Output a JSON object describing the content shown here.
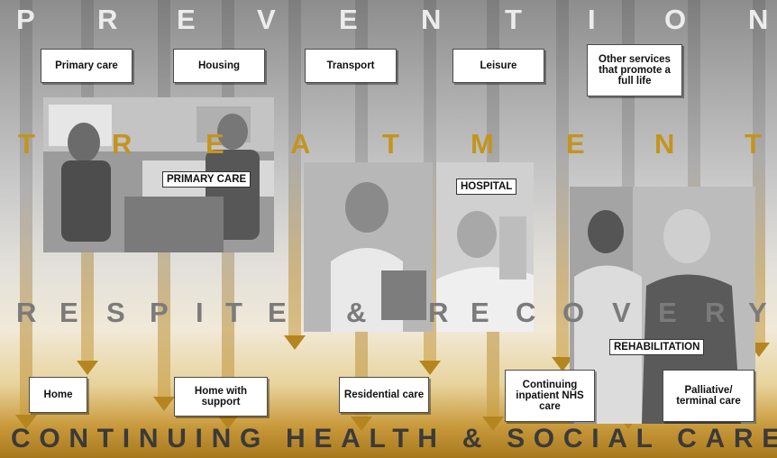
{
  "bands": {
    "prevention": [
      "P",
      "R",
      "E",
      "V",
      "E",
      "N",
      "T",
      "I",
      "O",
      "N"
    ],
    "treatment": [
      "T",
      "R",
      "E",
      "A",
      "T",
      "M",
      "E",
      "N",
      "T"
    ],
    "respite": [
      "R",
      "E",
      "S",
      "P",
      "I",
      "T",
      "E",
      "&",
      "R",
      "E",
      "C",
      "O",
      "V",
      "E",
      "R",
      "Y"
    ],
    "continuing": "CONTINUING HEALTH & SOCIAL CARE"
  },
  "top_services": {
    "primary_care": "Primary care",
    "housing": "Housing",
    "transport": "Transport",
    "leisure": "Leisure",
    "other": "Other services that promote a full life"
  },
  "setting_tags": {
    "primary_care": "PRIMARY CARE",
    "hospital": "HOSPITAL",
    "rehabilitation": "REHABILITATION"
  },
  "destinations": {
    "home": "Home",
    "home_with_support": "Home with support",
    "residential_care": "Residential care",
    "continuing_inpatient": "Continuing inpatient NHS care",
    "palliative": "Palliative/ terminal care"
  },
  "colors": {
    "gold": "#c5941d",
    "light": "#ececec",
    "grey": "#7b7b7b"
  }
}
